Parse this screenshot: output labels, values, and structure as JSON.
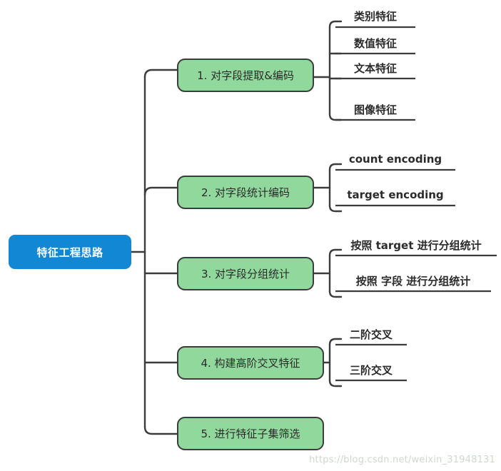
{
  "diagram": {
    "type": "mindmap",
    "title": "特征工程思路",
    "root": {
      "label": "特征工程思路",
      "color": "#1287d3",
      "text_color": "#ffffff"
    },
    "branch_color": "#90d89b",
    "line_color": "#3c3c3c",
    "branches": [
      {
        "label": "1. 对字段提取&编码",
        "children": [
          "类别特征",
          "数值特征",
          "文本特征",
          "图像特征"
        ]
      },
      {
        "label": "2. 对字段统计编码",
        "children": [
          "count encoding",
          "target encoding"
        ]
      },
      {
        "label": "3. 对字段分组统计",
        "children": [
          "按照 target 进行分组统计",
          "按照 字段 进行分组统计"
        ]
      },
      {
        "label": "4. 构建高阶交叉特征",
        "children": [
          "二阶交叉",
          "三阶交叉"
        ]
      },
      {
        "label": "5. 进行特征子集筛选",
        "children": []
      }
    ]
  },
  "watermark": {
    "text": "https://blog.csdn.net/weixin_31948131"
  }
}
